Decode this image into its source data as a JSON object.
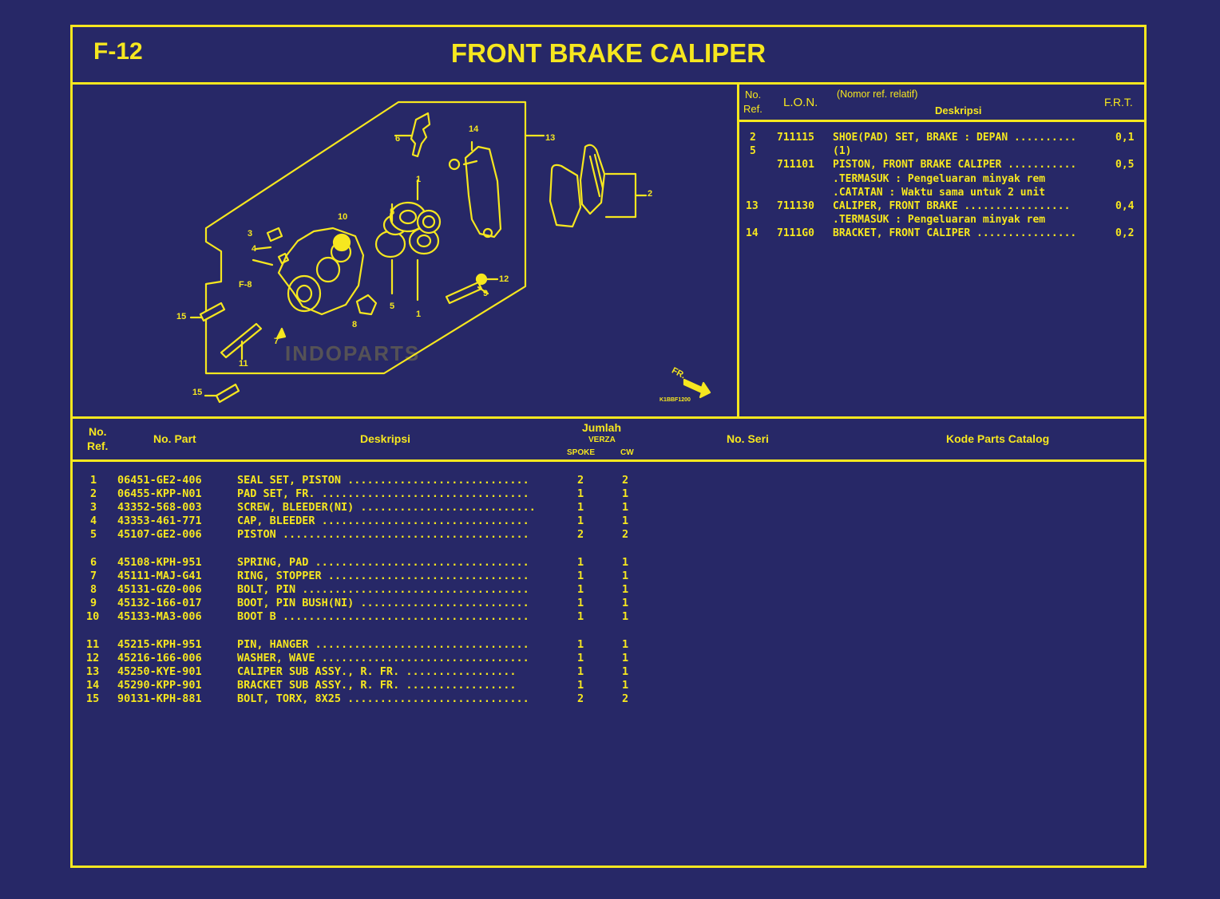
{
  "header": {
    "code": "F-12",
    "title": "FRONT BRAKE CALIPER"
  },
  "labor": {
    "headers": {
      "ref_1": "No.",
      "ref_2": "Ref.",
      "lon": "L.O.N.",
      "desc_top": "(Nomor ref. relatif)",
      "desc": "Deskripsi",
      "frt": "F.R.T."
    },
    "rows": [
      {
        "ref": "2",
        "lon": "711115",
        "desc": "SHOE(PAD) SET, BRAKE : DEPAN ..........",
        "frt": "0,1"
      },
      {
        "ref": "5",
        "lon": "",
        "desc": "(1)",
        "frt": ""
      },
      {
        "ref": "",
        "lon": "711101",
        "desc": "PISTON, FRONT BRAKE CALIPER ...........",
        "frt": "0,5"
      },
      {
        "ref": "",
        "lon": "",
        "desc": ".TERMASUK : Pengeluaran minyak rem",
        "frt": ""
      },
      {
        "ref": "",
        "lon": "",
        "desc": ".CATATAN : Waktu sama untuk 2 unit",
        "frt": ""
      },
      {
        "ref": "13",
        "lon": "711130",
        "desc": "CALIPER, FRONT BRAKE .................",
        "frt": "0,4"
      },
      {
        "ref": "",
        "lon": "",
        "desc": ".TERMASUK : Pengeluaran minyak rem",
        "frt": ""
      },
      {
        "ref": "14",
        "lon": "7111G0",
        "desc": "BRACKET, FRONT CALIPER ................",
        "frt": "0,2"
      }
    ]
  },
  "diagram": {
    "callouts": [
      "1",
      "1",
      "2",
      "3",
      "4",
      "5",
      "5",
      "6",
      "7",
      "8",
      "9",
      "10",
      "11",
      "12",
      "13",
      "14",
      "15",
      "15",
      "F-8"
    ],
    "watermark": "INDOPARTS",
    "direction": "FR.",
    "figure_code": "K1BBF1200"
  },
  "parts": {
    "headers": {
      "ref_1": "No.",
      "ref_2": "Ref.",
      "part_no": "No. Part",
      "desc": "Deskripsi",
      "qty": "Jumlah",
      "model": "VERZA",
      "col_a": "SPOKE",
      "col_b": "CW",
      "serial": "No. Seri",
      "catalog": "Kode Parts Catalog"
    },
    "groups": [
      [
        {
          "ref": "1",
          "part": "06451-GE2-406",
          "desc": "SEAL SET, PISTON ............................",
          "a": "2",
          "b": "2"
        },
        {
          "ref": "2",
          "part": "06455-KPP-N01",
          "desc": "PAD SET, FR. ................................",
          "a": "1",
          "b": "1"
        },
        {
          "ref": "3",
          "part": "43352-568-003",
          "desc": "SCREW, BLEEDER(NI) ...........................",
          "a": "1",
          "b": "1"
        },
        {
          "ref": "4",
          "part": "43353-461-771",
          "desc": "CAP, BLEEDER ................................",
          "a": "1",
          "b": "1"
        },
        {
          "ref": "5",
          "part": "45107-GE2-006",
          "desc": "PISTON ......................................",
          "a": "2",
          "b": "2"
        }
      ],
      [
        {
          "ref": "6",
          "part": "45108-KPH-951",
          "desc": "SPRING, PAD .................................",
          "a": "1",
          "b": "1"
        },
        {
          "ref": "7",
          "part": "45111-MAJ-G41",
          "desc": "RING, STOPPER ...............................",
          "a": "1",
          "b": "1"
        },
        {
          "ref": "8",
          "part": "45131-GZ0-006",
          "desc": "BOLT, PIN ...................................",
          "a": "1",
          "b": "1"
        },
        {
          "ref": "9",
          "part": "45132-166-017",
          "desc": "BOOT, PIN BUSH(NI) ..........................",
          "a": "1",
          "b": "1"
        },
        {
          "ref": "10",
          "part": "45133-MA3-006",
          "desc": "BOOT B ......................................",
          "a": "1",
          "b": "1"
        }
      ],
      [
        {
          "ref": "11",
          "part": "45215-KPH-951",
          "desc": "PIN, HANGER .................................",
          "a": "1",
          "b": "1"
        },
        {
          "ref": "12",
          "part": "45216-166-006",
          "desc": "WASHER, WAVE ................................",
          "a": "1",
          "b": "1"
        },
        {
          "ref": "13",
          "part": "45250-KYE-901",
          "desc": "CALIPER SUB ASSY., R. FR. .................",
          "a": "1",
          "b": "1"
        },
        {
          "ref": "14",
          "part": "45290-KPP-901",
          "desc": "BRACKET SUB ASSY., R. FR. .................",
          "a": "1",
          "b": "1"
        },
        {
          "ref": "15",
          "part": "90131-KPH-881",
          "desc": "BOLT, TORX, 8X25 ............................",
          "a": "2",
          "b": "2"
        }
      ]
    ]
  },
  "colors": {
    "background": "#272867",
    "ink": "#f6e71f"
  }
}
